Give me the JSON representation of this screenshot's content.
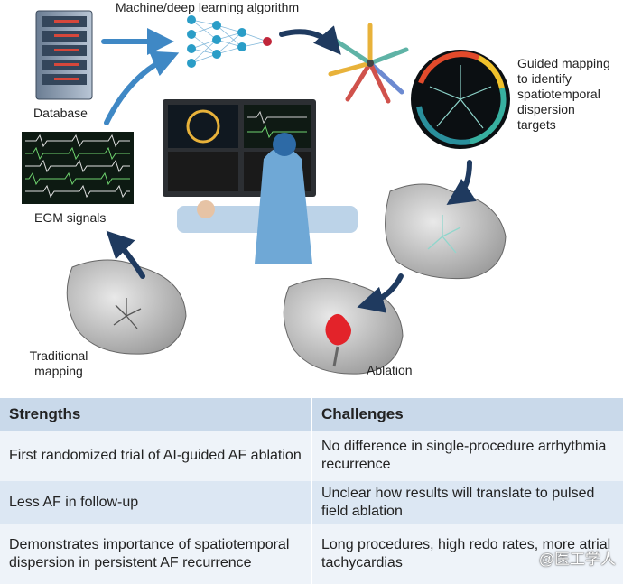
{
  "labels": {
    "ml_algorithm": "Machine/deep learning algorithm",
    "database": "Database",
    "guided_mapping": [
      "Guided mapping",
      "to identify",
      "spatiotemporal",
      "dispersion",
      "targets"
    ],
    "egm_signals": "EGM signals",
    "traditional_mapping": [
      "Traditional",
      "mapping"
    ],
    "ablation": "Ablation"
  },
  "table": {
    "headers": [
      "Strengths",
      "Challenges"
    ],
    "strengths": [
      "First randomized trial of AI-guided AF ablation",
      "Less AF in follow-up",
      "Demonstrates importance of spatiotemporal dispersion in persistent AF recurrence"
    ],
    "challenges": [
      "No difference in single-procedure arrhythmia recurrence",
      "Unclear how results will translate to pulsed field ablation",
      "Long procedures, high redo rates, more atrial tachycardias"
    ]
  },
  "watermark": "@医工学人",
  "colors": {
    "header_bg": "#c9d9ea",
    "row_light": "#eef3f9",
    "row_dark": "#dce7f3",
    "arrow_blue": "#3f88c5",
    "arrow_navy": "#1f3a5f",
    "lesion_red": "#e3232a"
  }
}
